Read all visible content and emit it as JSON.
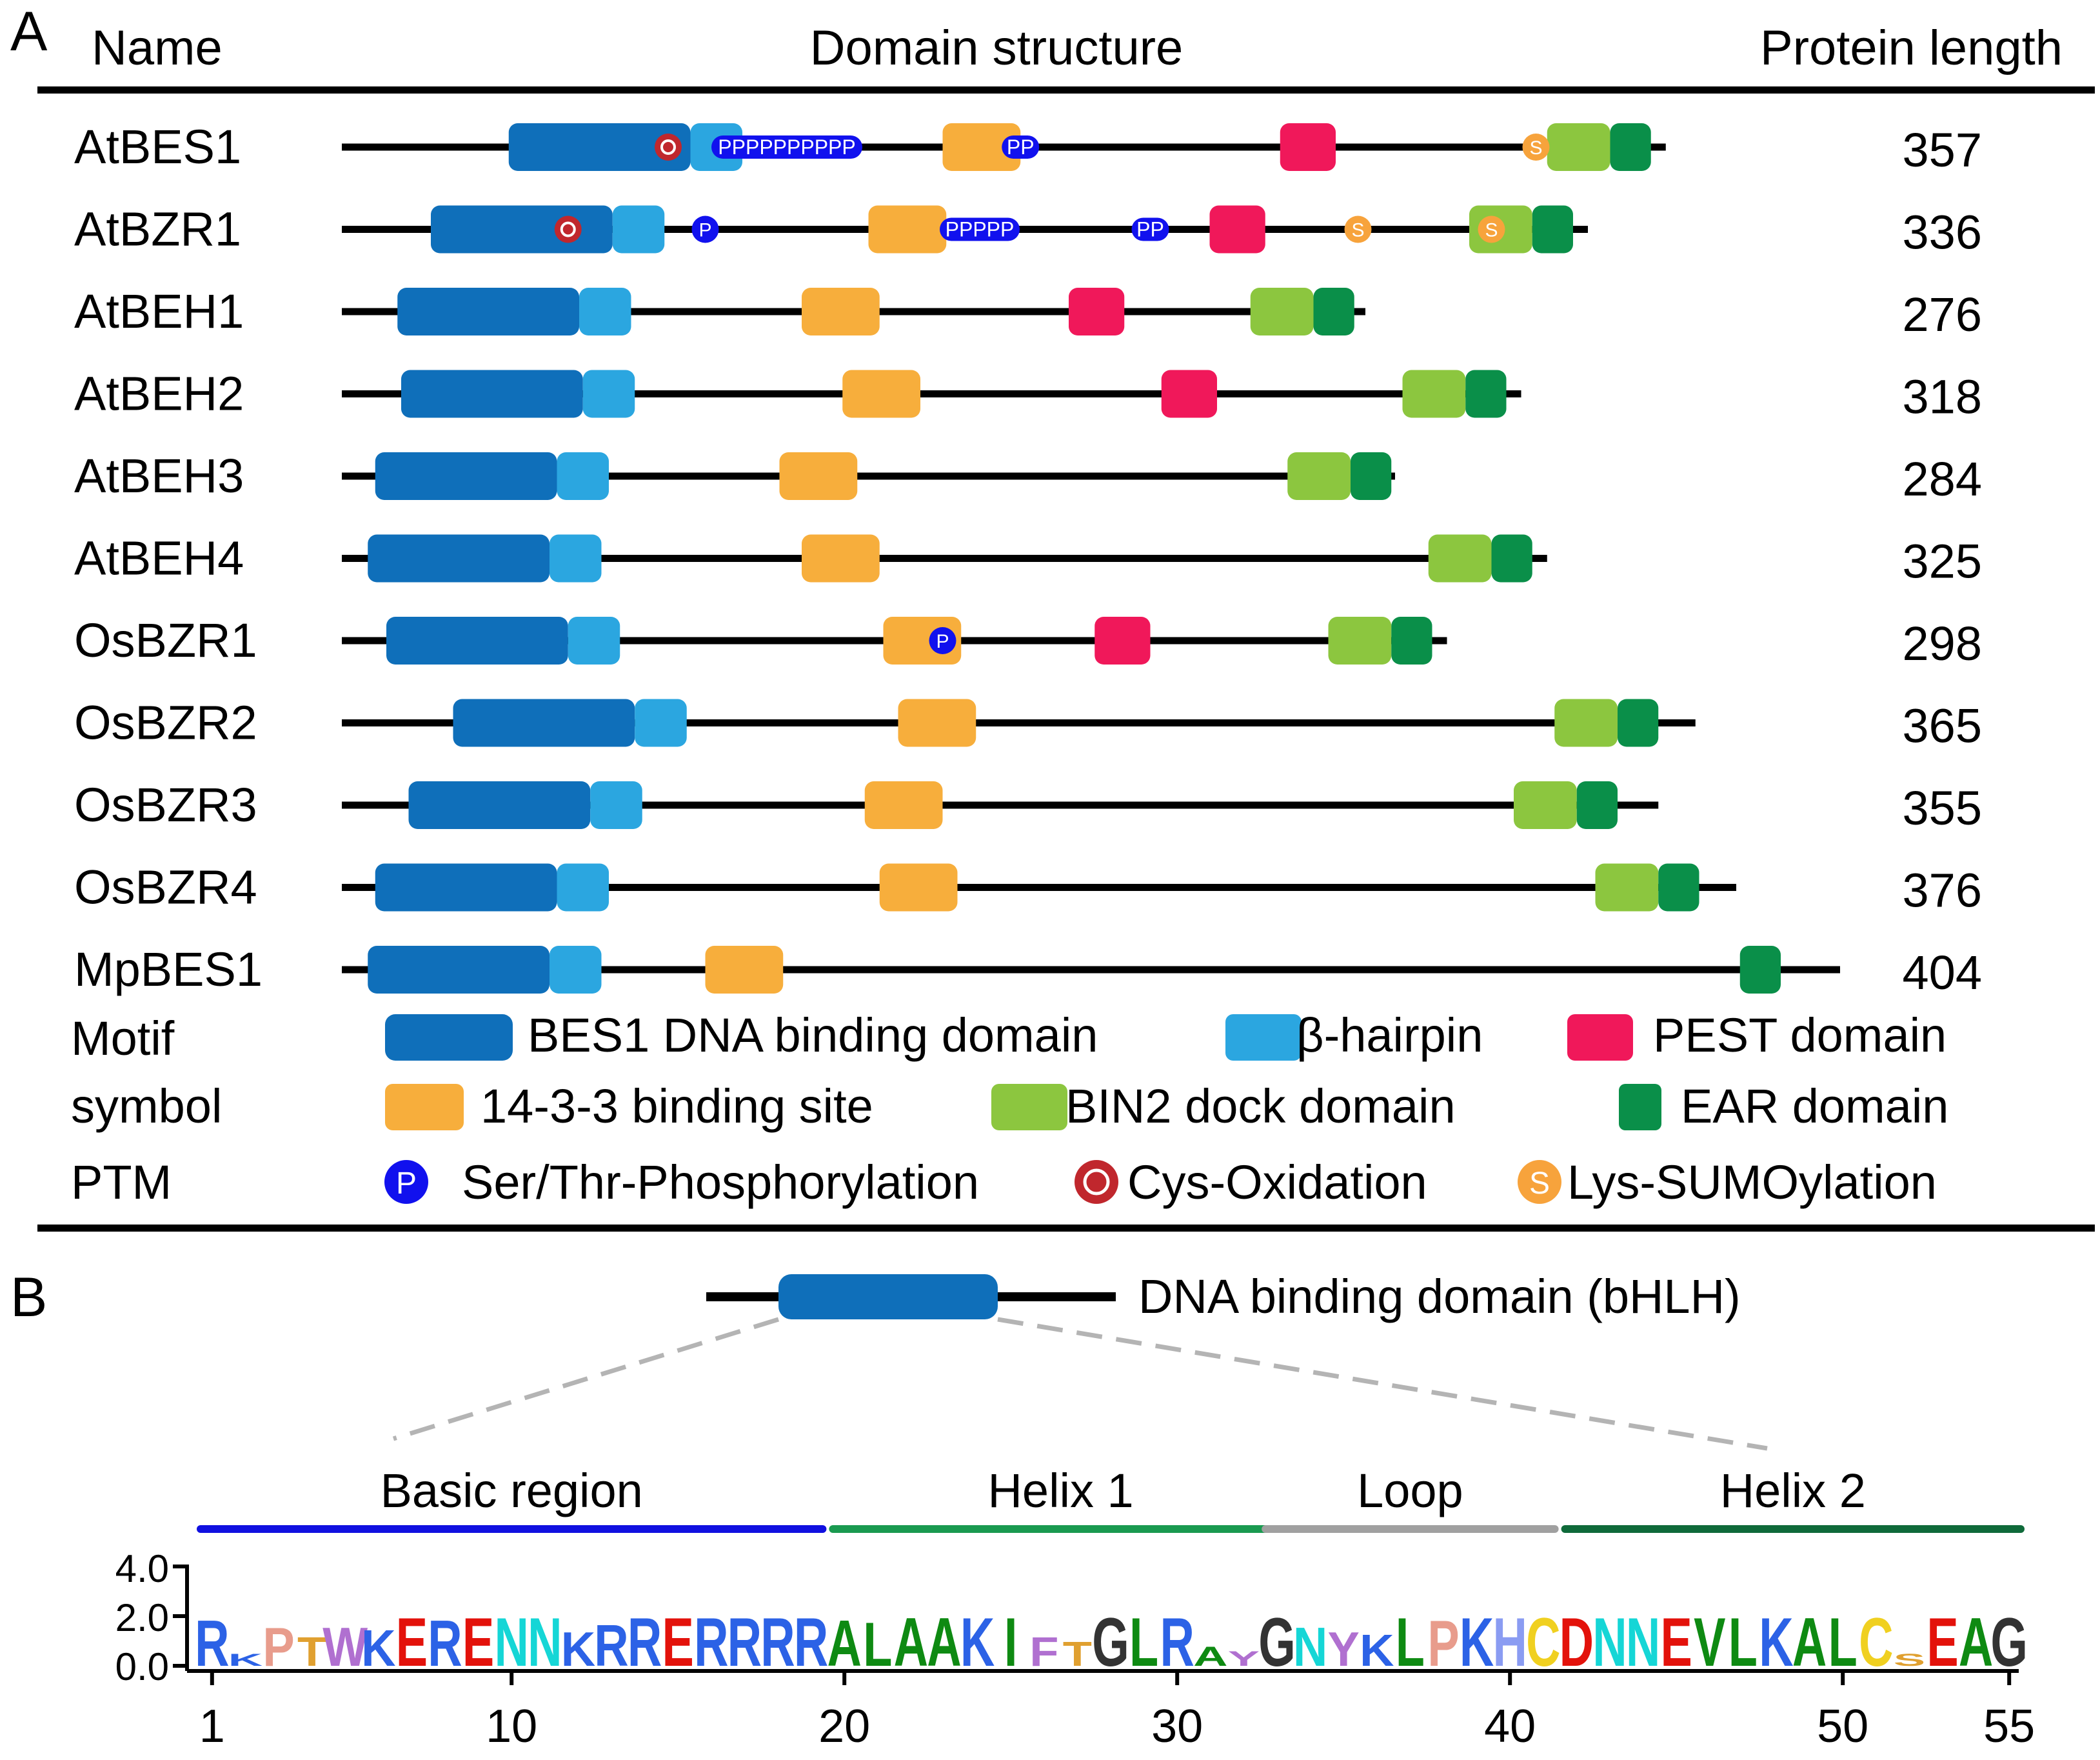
{
  "panel_a": {
    "letter": "A",
    "headers": {
      "name": "Name",
      "structure": "Domain structure",
      "length": "Protein length"
    },
    "proteins": [
      {
        "name": "AtBES1",
        "length": "357",
        "len": 357,
        "domains": [
          {
            "type": "bes1",
            "start": 45,
            "end": 94
          },
          {
            "type": "hairpin",
            "start": 94,
            "end": 108
          },
          {
            "type": "b1433",
            "start": 162,
            "end": 183
          },
          {
            "type": "pest",
            "start": 253,
            "end": 268
          },
          {
            "type": "bin2",
            "start": 325,
            "end": 342
          },
          {
            "type": "ear",
            "start": 342,
            "end": 353
          }
        ],
        "ptms": [
          {
            "type": "oxidation",
            "pos": 88,
            "label": "O"
          },
          {
            "type": "sumo",
            "pos": 322,
            "label": "S"
          }
        ],
        "pgroups": [
          {
            "pos": 120,
            "text": "PPPPPPPPPP"
          },
          {
            "pos": 183,
            "text": "PP"
          }
        ]
      },
      {
        "name": "AtBZR1",
        "length": "336",
        "len": 336,
        "domains": [
          {
            "type": "bes1",
            "start": 24,
            "end": 73
          },
          {
            "type": "hairpin",
            "start": 73,
            "end": 87
          },
          {
            "type": "b1433",
            "start": 142,
            "end": 163
          },
          {
            "type": "pest",
            "start": 234,
            "end": 249
          },
          {
            "type": "bin2",
            "start": 304,
            "end": 321
          },
          {
            "type": "ear",
            "start": 321,
            "end": 332
          }
        ],
        "ptms": [
          {
            "type": "oxidation",
            "pos": 61,
            "label": "O"
          },
          {
            "type": "phospho",
            "pos": 98,
            "label": "P"
          },
          {
            "type": "sumo",
            "pos": 274,
            "label": "S"
          },
          {
            "type": "sumo",
            "pos": 310,
            "label": "S"
          }
        ],
        "pgroups": [
          {
            "pos": 172,
            "text": "PPPPP"
          },
          {
            "pos": 218,
            "text": "PP"
          }
        ]
      },
      {
        "name": "AtBEH1",
        "length": "276",
        "len": 276,
        "domains": [
          {
            "type": "bes1",
            "start": 15,
            "end": 64
          },
          {
            "type": "hairpin",
            "start": 64,
            "end": 78
          },
          {
            "type": "b1433",
            "start": 124,
            "end": 145
          },
          {
            "type": "pest",
            "start": 196,
            "end": 211
          },
          {
            "type": "bin2",
            "start": 245,
            "end": 262
          },
          {
            "type": "ear",
            "start": 262,
            "end": 273
          }
        ],
        "ptms": [],
        "pgroups": []
      },
      {
        "name": "AtBEH2",
        "length": "318",
        "len": 318,
        "domains": [
          {
            "type": "bes1",
            "start": 16,
            "end": 65
          },
          {
            "type": "hairpin",
            "start": 65,
            "end": 79
          },
          {
            "type": "b1433",
            "start": 135,
            "end": 156
          },
          {
            "type": "pest",
            "start": 221,
            "end": 236
          },
          {
            "type": "bin2",
            "start": 286,
            "end": 303
          },
          {
            "type": "ear",
            "start": 303,
            "end": 314
          }
        ],
        "ptms": [],
        "pgroups": []
      },
      {
        "name": "AtBEH3",
        "length": "284",
        "len": 284,
        "domains": [
          {
            "type": "bes1",
            "start": 9,
            "end": 58
          },
          {
            "type": "hairpin",
            "start": 58,
            "end": 72
          },
          {
            "type": "b1433",
            "start": 118,
            "end": 139
          },
          {
            "type": "bin2",
            "start": 255,
            "end": 272
          },
          {
            "type": "ear",
            "start": 272,
            "end": 283
          }
        ],
        "ptms": [],
        "pgroups": []
      },
      {
        "name": "AtBEH4",
        "length": "325",
        "len": 325,
        "domains": [
          {
            "type": "bes1",
            "start": 7,
            "end": 56
          },
          {
            "type": "hairpin",
            "start": 56,
            "end": 70
          },
          {
            "type": "b1433",
            "start": 124,
            "end": 145
          },
          {
            "type": "bin2",
            "start": 293,
            "end": 310
          },
          {
            "type": "ear",
            "start": 310,
            "end": 321
          }
        ],
        "ptms": [],
        "pgroups": []
      },
      {
        "name": "OsBZR1",
        "length": "298",
        "len": 298,
        "domains": [
          {
            "type": "bes1",
            "start": 12,
            "end": 61
          },
          {
            "type": "hairpin",
            "start": 61,
            "end": 75
          },
          {
            "type": "b1433",
            "start": 146,
            "end": 167
          },
          {
            "type": "pest",
            "start": 203,
            "end": 218
          },
          {
            "type": "bin2",
            "start": 266,
            "end": 283
          },
          {
            "type": "ear",
            "start": 283,
            "end": 294
          }
        ],
        "ptms": [
          {
            "type": "phospho",
            "pos": 162,
            "label": "P"
          }
        ],
        "pgroups": []
      },
      {
        "name": "OsBZR2",
        "length": "365",
        "len": 365,
        "domains": [
          {
            "type": "bes1",
            "start": 30,
            "end": 79
          },
          {
            "type": "hairpin",
            "start": 79,
            "end": 93
          },
          {
            "type": "b1433",
            "start": 150,
            "end": 171
          },
          {
            "type": "bin2",
            "start": 327,
            "end": 344
          },
          {
            "type": "ear",
            "start": 344,
            "end": 355
          }
        ],
        "ptms": [],
        "pgroups": []
      },
      {
        "name": "OsBZR3",
        "length": "355",
        "len": 355,
        "domains": [
          {
            "type": "bes1",
            "start": 18,
            "end": 67
          },
          {
            "type": "hairpin",
            "start": 67,
            "end": 81
          },
          {
            "type": "b1433",
            "start": 141,
            "end": 162
          },
          {
            "type": "bin2",
            "start": 316,
            "end": 333
          },
          {
            "type": "ear",
            "start": 333,
            "end": 344
          }
        ],
        "ptms": [],
        "pgroups": []
      },
      {
        "name": "OsBZR4",
        "length": "376",
        "len": 376,
        "domains": [
          {
            "type": "bes1",
            "start": 9,
            "end": 58
          },
          {
            "type": "hairpin",
            "start": 58,
            "end": 72
          },
          {
            "type": "b1433",
            "start": 145,
            "end": 166
          },
          {
            "type": "bin2",
            "start": 338,
            "end": 355
          },
          {
            "type": "ear",
            "start": 355,
            "end": 366
          }
        ],
        "ptms": [],
        "pgroups": []
      },
      {
        "name": "MpBES1",
        "length": "404",
        "len": 404,
        "domains": [
          {
            "type": "bes1",
            "start": 7,
            "end": 56
          },
          {
            "type": "hairpin",
            "start": 56,
            "end": 70
          },
          {
            "type": "b1433",
            "start": 98,
            "end": 119
          },
          {
            "type": "ear",
            "start": 377,
            "end": 388
          }
        ],
        "ptms": [],
        "pgroups": []
      }
    ],
    "legend": {
      "motif_label_1": "Motif",
      "motif_label_2": "symbol",
      "ptm_label": "PTM",
      "bes1": "BES1 DNA binding domain",
      "hairpin": "β-hairpin",
      "pest": "PEST domain",
      "b1433": "14-3-3 binding site",
      "bin2": "BIN2 dock domain",
      "ear": "EAR domain",
      "phospho": "Ser/Thr-Phosphorylation",
      "oxidation": "Cys-Oxidation",
      "sumo": "Lys-SUMOylation",
      "phospho_symbol": "P",
      "oxidation_symbol": "O",
      "sumo_symbol": "S"
    },
    "colors": {
      "bes1": "#0F6FBA",
      "hairpin": "#2BA6E0",
      "pest": "#F0185A",
      "b1433": "#F7AE3C",
      "bin2": "#8CC63F",
      "ear": "#0A8F49",
      "phospho": "#1111EE",
      "oxidation": "#C0272D",
      "sumo": "#F7A33C"
    }
  },
  "panel_b": {
    "letter": "B",
    "domain_label": "DNA binding domain (bHLH)",
    "regions": [
      {
        "label": "Basic region",
        "start": 1,
        "end": 19,
        "color": "#1010E0"
      },
      {
        "label": "Helix 1",
        "start": 20,
        "end": 33,
        "color": "#1A9A50"
      },
      {
        "label": "Loop",
        "start": 33,
        "end": 41,
        "color": "#A0A0A0"
      },
      {
        "label": "Helix 2",
        "start": 42,
        "end": 55,
        "color": "#0F6A3A"
      }
    ],
    "y_ticks": [
      "4.0",
      "2.0",
      "0.0"
    ],
    "x_ticks": [
      1,
      10,
      20,
      30,
      40,
      50,
      55
    ],
    "sequence": [
      "R",
      "K",
      "P",
      "T",
      "W",
      "K",
      "E",
      "R",
      "E",
      "N",
      "N",
      "K",
      "R",
      "R",
      "E",
      "R",
      "R",
      "R",
      "R",
      "A",
      "L",
      "A",
      "A",
      "K",
      "I",
      "F",
      "T",
      "G",
      "L",
      "R",
      "A",
      "Y",
      "G",
      "N",
      "Y",
      "K",
      "L",
      "P",
      "K",
      "H",
      "C",
      "D",
      "N",
      "N",
      "E",
      "V",
      "L",
      "K",
      "A",
      "L",
      "C",
      "S",
      "E",
      "A",
      "G"
    ],
    "heights": [
      1.9,
      0.5,
      1.6,
      1.2,
      1.6,
      1.5,
      2.0,
      1.9,
      2.0,
      2.0,
      2.0,
      1.4,
      1.7,
      2.0,
      2.0,
      2.0,
      2.0,
      2.0,
      2.0,
      1.9,
      1.8,
      2.0,
      2.0,
      2.0,
      2.0,
      1.2,
      1.0,
      2.0,
      2.0,
      2.0,
      0.8,
      0.6,
      2.0,
      1.6,
      1.4,
      1.3,
      2.0,
      1.9,
      2.0,
      2.0,
      2.0,
      2.0,
      2.0,
      2.0,
      2.0,
      2.0,
      2.0,
      2.0,
      2.0,
      2.0,
      2.0,
      0.5,
      2.0,
      2.0,
      2.0
    ]
  }
}
